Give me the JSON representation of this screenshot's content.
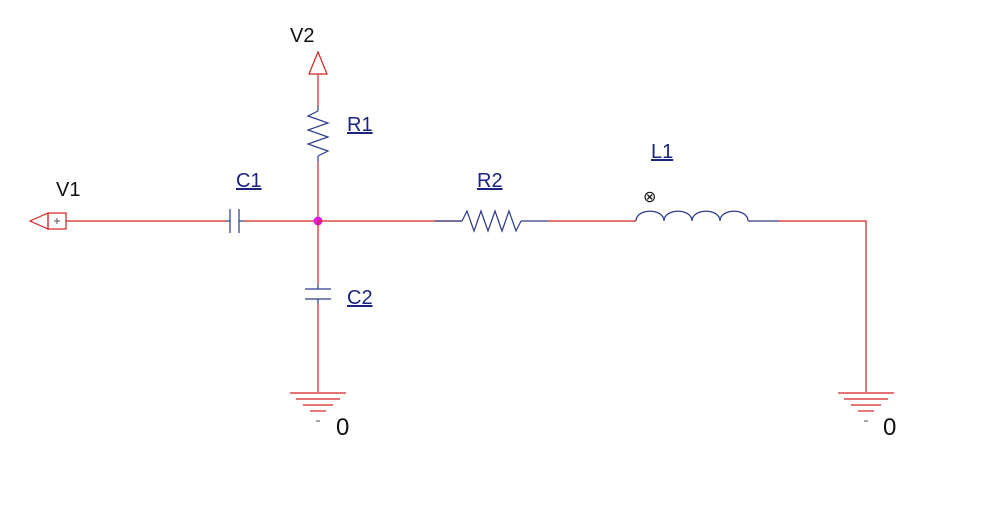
{
  "colors": {
    "wire": "#d42020",
    "part": "#2b3a8a",
    "junction": "#e020e0",
    "ref_text": "#1a237e"
  },
  "ports": {
    "v1": "V1",
    "v2": "V2"
  },
  "components": {
    "r1": "R1",
    "r2": "R2",
    "c1": "C1",
    "c2": "C2",
    "l1": "L1"
  },
  "grounds": {
    "left": "0",
    "right": "0"
  },
  "inductor_dot": "⊗"
}
